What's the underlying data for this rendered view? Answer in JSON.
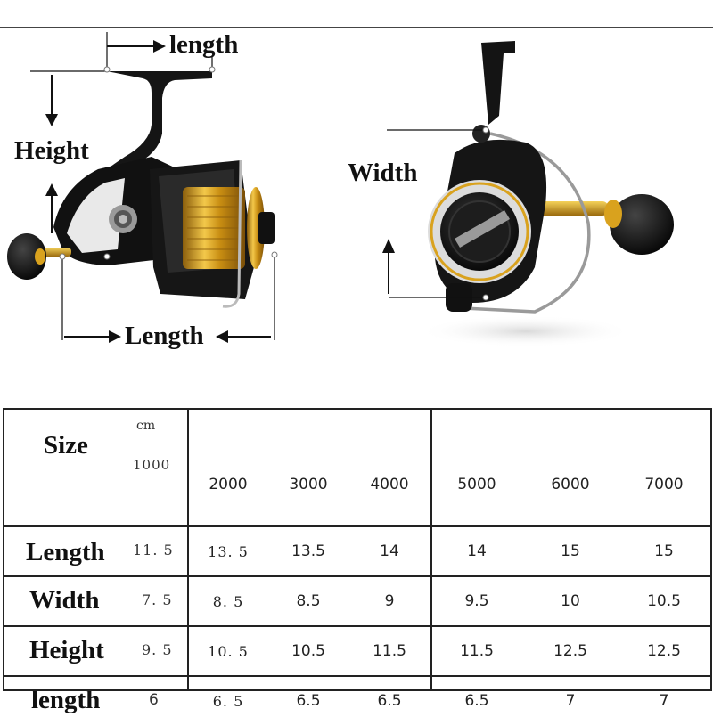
{
  "labels": {
    "length_top": "length",
    "height": "Height",
    "length_bottom": "Length",
    "width": "Width"
  },
  "table": {
    "size_label": "Size",
    "unit": "cm",
    "sizes": [
      "1000",
      "2000",
      "3000",
      "4000",
      "5000",
      "6000",
      "7000"
    ],
    "rows": [
      {
        "label": "Length",
        "values": [
          "11. 5",
          "13. 5",
          "13.5",
          "14",
          "14",
          "15",
          "15"
        ]
      },
      {
        "label": "Width",
        "values": [
          "7. 5",
          "8. 5",
          "8.5",
          "9",
          "9.5",
          "10",
          "10.5"
        ]
      },
      {
        "label": "Height",
        "values": [
          "9. 5",
          "10. 5",
          "10.5",
          "11.5",
          "11.5",
          "12.5",
          "12.5"
        ]
      },
      {
        "label": "length",
        "values": [
          "6",
          "6. 5",
          "6.5",
          "6.5",
          "6.5",
          "7",
          "7"
        ]
      }
    ]
  },
  "colors": {
    "reel_black": "#141414",
    "reel_gold": "#d9a21e",
    "line": "#222222"
  }
}
